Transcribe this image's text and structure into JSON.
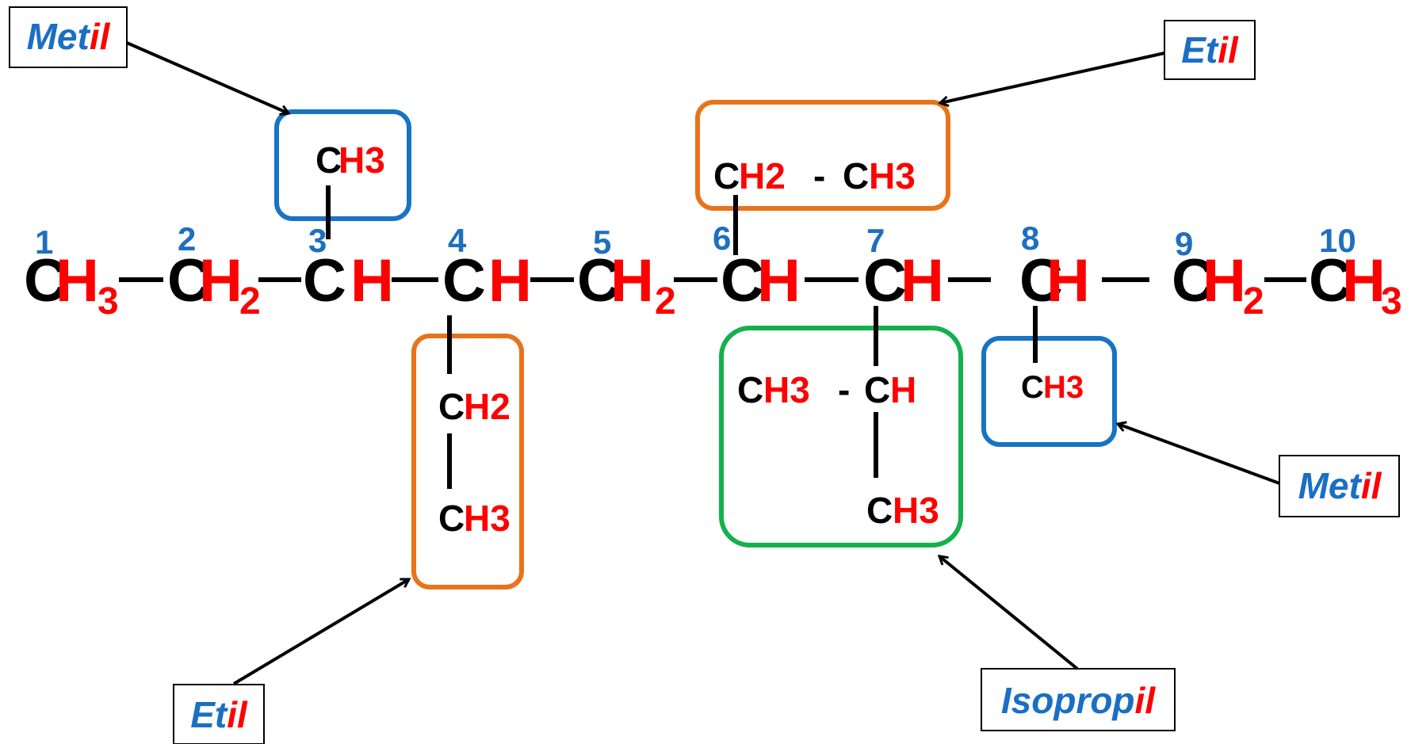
{
  "colors": {
    "carbon": "#000000",
    "hydrogen": "#ff0000",
    "number": "#1f6fbf",
    "label_blue": "#1a6fc4",
    "label_red": "#ff0000",
    "box_blue": "#1873c4",
    "box_orange": "#e8731a",
    "box_green": "#14b14b"
  },
  "main_chain": {
    "numbers": [
      "1",
      "2",
      "3",
      "4",
      "5",
      "6",
      "7",
      "8",
      "9",
      "10"
    ],
    "atoms": [
      {
        "c": "C",
        "h": "H",
        "sub": "3"
      },
      {
        "c": "C",
        "h": "H",
        "sub": "2"
      },
      {
        "c": "C",
        "h": "H",
        "sub": ""
      },
      {
        "c": "C",
        "h": "H",
        "sub": ""
      },
      {
        "c": "C",
        "h": "H",
        "sub": "2"
      },
      {
        "c": "C",
        "h": "H",
        "sub": ""
      },
      {
        "c": "C",
        "h": "H",
        "sub": ""
      },
      {
        "c": "C",
        "h": "H",
        "sub": ""
      },
      {
        "c": "C",
        "h": "H",
        "sub": "2"
      },
      {
        "c": "C",
        "h": "H",
        "sub": "3"
      }
    ]
  },
  "substituents": {
    "c3_methyl": {
      "c": "C",
      "h": "H3"
    },
    "c4_ethyl": {
      "c1": "C",
      "h1": "H2",
      "c2": "C",
      "h2": "H3"
    },
    "c6_ethyl": {
      "c1": "C",
      "h1": "H2",
      "dash": "-",
      "c2": "C",
      "h2": "H3"
    },
    "c7_isopropyl": {
      "c1": "C",
      "h1": "H3",
      "dash": "-",
      "c2": "C",
      "h2": "H",
      "c3": "C",
      "h3": "H3"
    },
    "c8_methyl": {
      "c": "C",
      "h": "H3"
    }
  },
  "labels": {
    "metil_top": {
      "blue": "Met",
      "red": "il"
    },
    "etil_top": {
      "blue": "Et",
      "red": "il"
    },
    "metil_right": {
      "blue": "Met",
      "red": "il"
    },
    "etil_bottom": {
      "blue": "Et",
      "red": "il"
    },
    "isopropil": {
      "blue": "Isoprop",
      "red": "il"
    }
  }
}
